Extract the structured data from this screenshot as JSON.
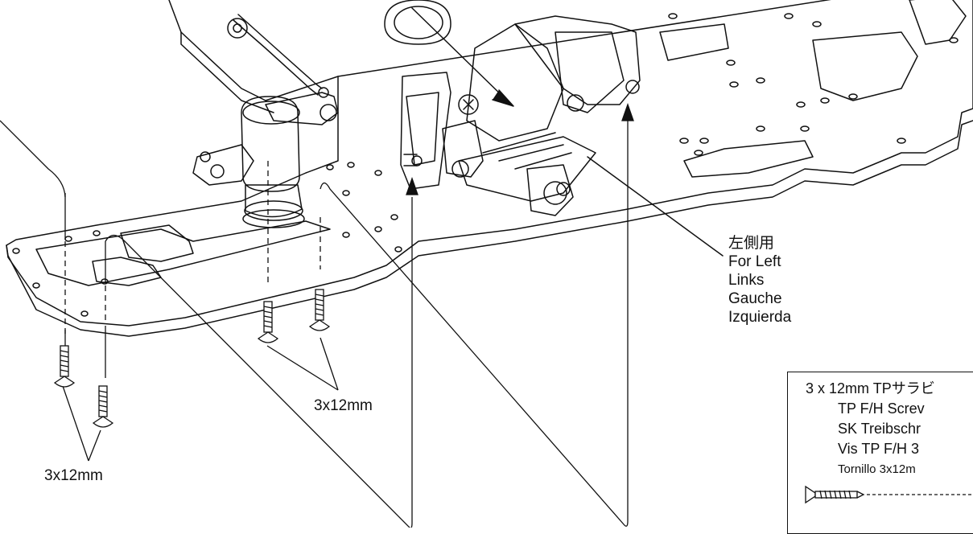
{
  "labels": {
    "screw_left": "3x12mm",
    "screw_center": "3x12mm"
  },
  "side_note": [
    "左側用",
    "For Left",
    "Links",
    "Gauche",
    "Izquierda"
  ],
  "legend": {
    "line1": "3 x 12mm  TPサラビ",
    "line2": "TP F/H Screv",
    "line3": "SK Treibschr",
    "line4": "Vis TP F/H 3",
    "line5": "Tornillo 3x12m"
  },
  "colors": {
    "ink": "#111111",
    "background": "#ffffff"
  }
}
